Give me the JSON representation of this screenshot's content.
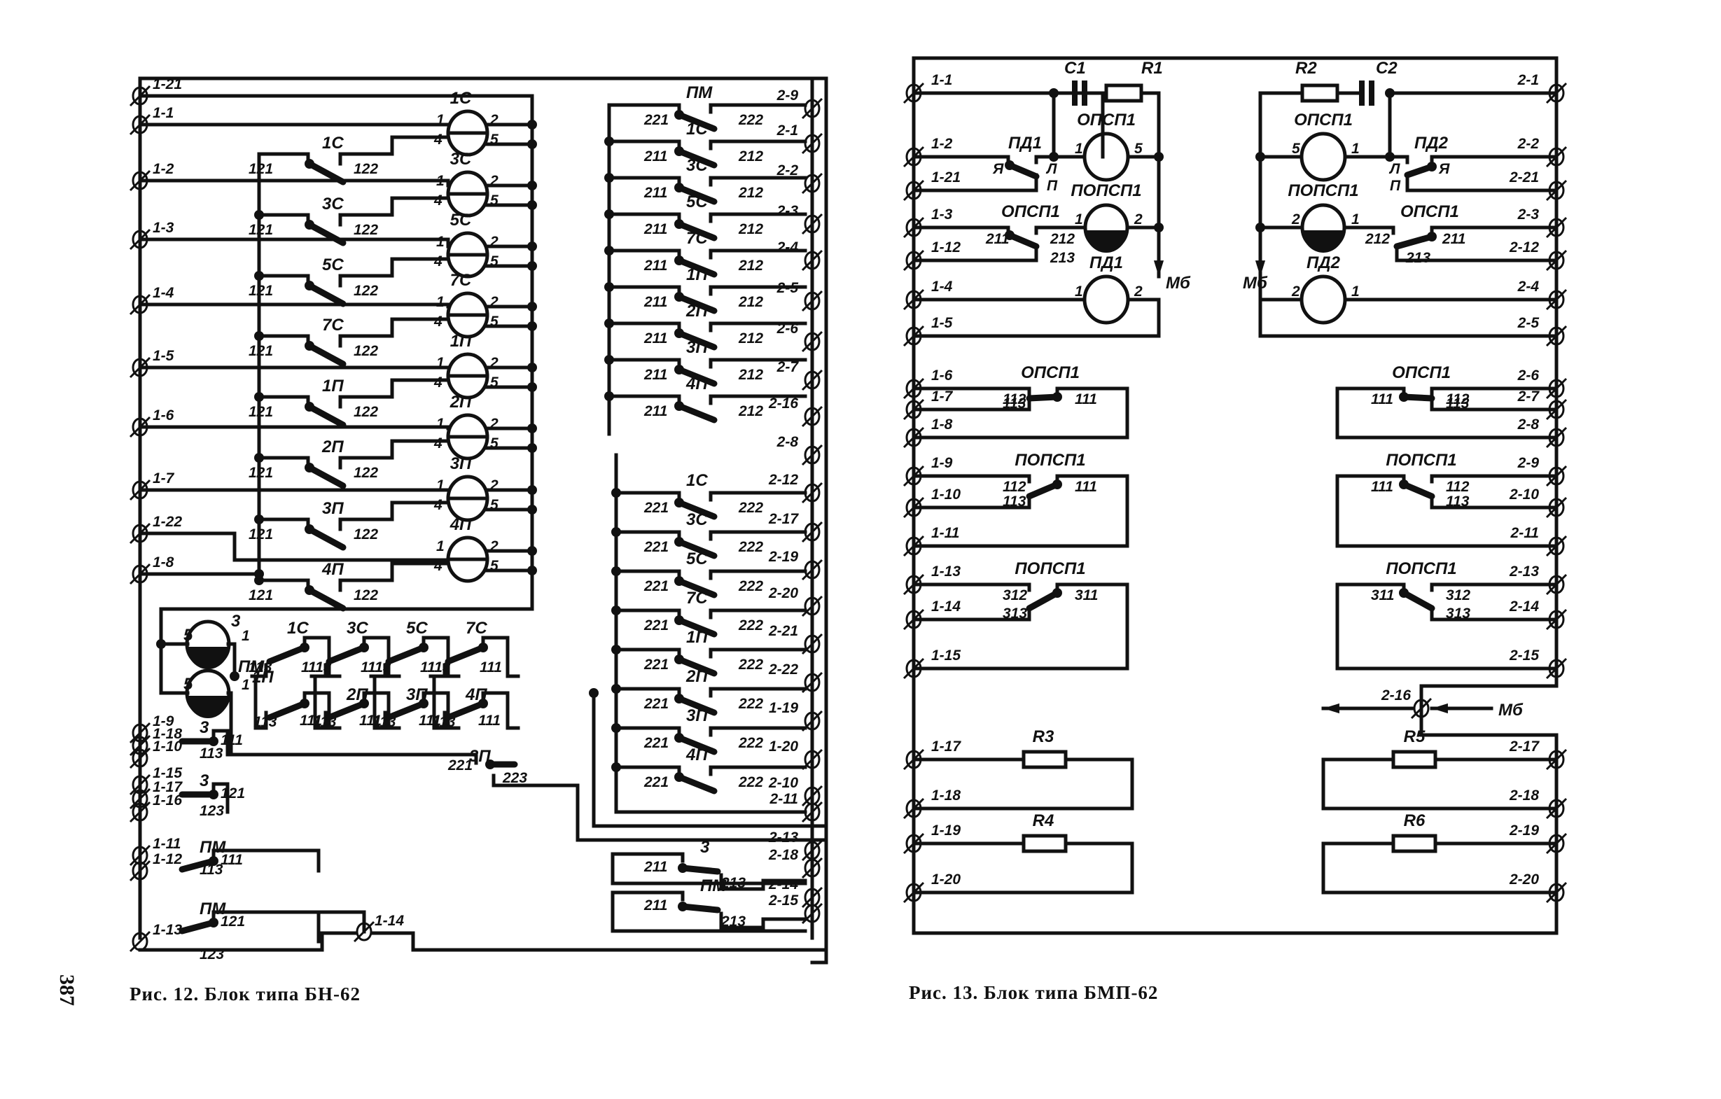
{
  "page_number": "387",
  "figures": [
    {
      "caption": "Рис. 12. Блок типа БН-62",
      "left_terminals": [
        "1-21",
        "1-1",
        "1-2",
        "1-3",
        "1-4",
        "1-5",
        "1-6",
        "1-7",
        "1-22",
        "1-8",
        "1-9",
        "1-18",
        "1-10",
        "1-15",
        "1-17",
        "1-16",
        "1-11",
        "1-12",
        "1-13"
      ],
      "right_terminals": [
        "2-9",
        "2-1",
        "2-2",
        "2-3",
        "2-4",
        "2-5",
        "2-6",
        "2-7",
        "2-16",
        "2-8",
        "2-12",
        "2-17",
        "2-19",
        "2-20",
        "2-21",
        "2-22",
        "1-19",
        "1-20",
        "2-10",
        "2-11",
        "2-13",
        "2-18",
        "2-14",
        "2-15"
      ],
      "extra_terminal": "1-14",
      "lamps": [
        "1С",
        "3С",
        "5С",
        "7С",
        "1П",
        "2П",
        "3П",
        "4П"
      ],
      "lamp_pins": {
        "p1": "1",
        "p2": "2",
        "p4": "4",
        "p5": "5"
      },
      "relay_contacts": {
        "common": "121",
        "no": "122"
      },
      "right_relays_top": {
        "names": [
          "ПМ",
          "1С",
          "3С",
          "5С",
          "7С",
          "1П",
          "2П",
          "3П",
          "4П"
        ],
        "first_common": "221",
        "first_no": "222",
        "common": "211",
        "no": "212"
      },
      "right_relays_bottom": {
        "names": [
          "1С",
          "3С",
          "5С",
          "7С",
          "1П",
          "2П",
          "3П",
          "4П"
        ],
        "common": "221",
        "no": "222"
      },
      "pm_lamp": {
        "name": "ПМ",
        "pin3": "3",
        "pin1": "1",
        "pin5": "5"
      },
      "chain_top": {
        "names": [
          "1С",
          "3С",
          "5С",
          "7С"
        ],
        "a": "113",
        "b": "111"
      },
      "chain_bottom": {
        "names": [
          "1П",
          "2П",
          "3П",
          "4П"
        ],
        "a": "113",
        "b": "111"
      },
      "contact_3p": {
        "name": "3П",
        "c1": "221",
        "c2": "223"
      },
      "lower_left_switches": [
        {
          "name": "3",
          "c": "111",
          "n": "113"
        },
        {
          "name": "3",
          "c": "121",
          "n": "123"
        },
        {
          "name": "ПМ",
          "c": "111",
          "n": "113"
        },
        {
          "name": "ПМ",
          "c": "121",
          "n": "123"
        }
      ],
      "lower_right_switches": [
        {
          "name": "3",
          "c": "211",
          "n": "213"
        },
        {
          "name": "ПМ",
          "c": "211",
          "n": "213"
        }
      ]
    },
    {
      "caption": "Рис. 13. Блок типа БМП-62",
      "left_terminals": [
        "1-1",
        "1-2",
        "1-21",
        "1-3",
        "1-12",
        "1-4",
        "1-5",
        "1-6",
        "1-7",
        "1-8",
        "1-9",
        "1-10",
        "1-11",
        "1-13",
        "1-14",
        "1-15",
        "1-17",
        "1-18",
        "1-19",
        "1-20"
      ],
      "right_terminals": [
        "2-1",
        "2-2",
        "2-21",
        "2-3",
        "2-12",
        "2-4",
        "2-5",
        "2-6",
        "2-7",
        "2-8",
        "2-9",
        "2-10",
        "2-11",
        "2-13",
        "2-14",
        "2-15",
        "2-17",
        "2-18",
        "2-19",
        "2-20"
      ],
      "mid_terminal": "2-16",
      "components": {
        "c1": "С1",
        "r1": "R1",
        "c2": "С2",
        "r2": "R2",
        "r3": "R3",
        "r4": "R4",
        "r5": "R5",
        "r6": "R6"
      },
      "lamps_left": [
        {
          "name": "ОПСП1",
          "a": "1",
          "b": "5"
        },
        {
          "name": "ПОПСП1",
          "a": "1",
          "b": "2"
        },
        {
          "name": "ПД1",
          "a": "1",
          "b": "2"
        }
      ],
      "lamps_right": [
        {
          "name": "ОПСП1",
          "a": "5",
          "b": "1"
        },
        {
          "name": "ПОПСП1",
          "a": "2",
          "b": "1"
        },
        {
          "name": "ПД2",
          "a": "2",
          "b": "1"
        }
      ],
      "switch_pd1": {
        "name": "ПД1",
        "ya": "Я",
        "l": "Л",
        "p": "П"
      },
      "switch_pd2": {
        "name": "ПД2",
        "ya": "Я",
        "l": "Л",
        "p": "П"
      },
      "switch_opsp_left": {
        "name": "ОПСП1",
        "c": "211",
        "a": "212",
        "b": "213"
      },
      "switch_opsp_right": {
        "name": "ОПСП1",
        "c": "211",
        "a": "212",
        "b": "213"
      },
      "mb": "Мб",
      "contact_groups_left": [
        {
          "name": "ОПСП1",
          "a": "112",
          "b": "113",
          "c": "111"
        },
        {
          "name": "ПОПСП1",
          "a": "112",
          "b": "113",
          "c": "111"
        },
        {
          "name": "ПОПСП1",
          "a": "312",
          "b": "313",
          "c": "311"
        }
      ],
      "contact_groups_right": [
        {
          "name": "ОПСП1",
          "a": "112",
          "b": "113",
          "c": "111"
        },
        {
          "name": "ПОПСП1",
          "a": "112",
          "b": "113",
          "c": "111"
        },
        {
          "name": "ПОПСП1",
          "a": "312",
          "b": "313",
          "c": "311"
        }
      ]
    }
  ]
}
